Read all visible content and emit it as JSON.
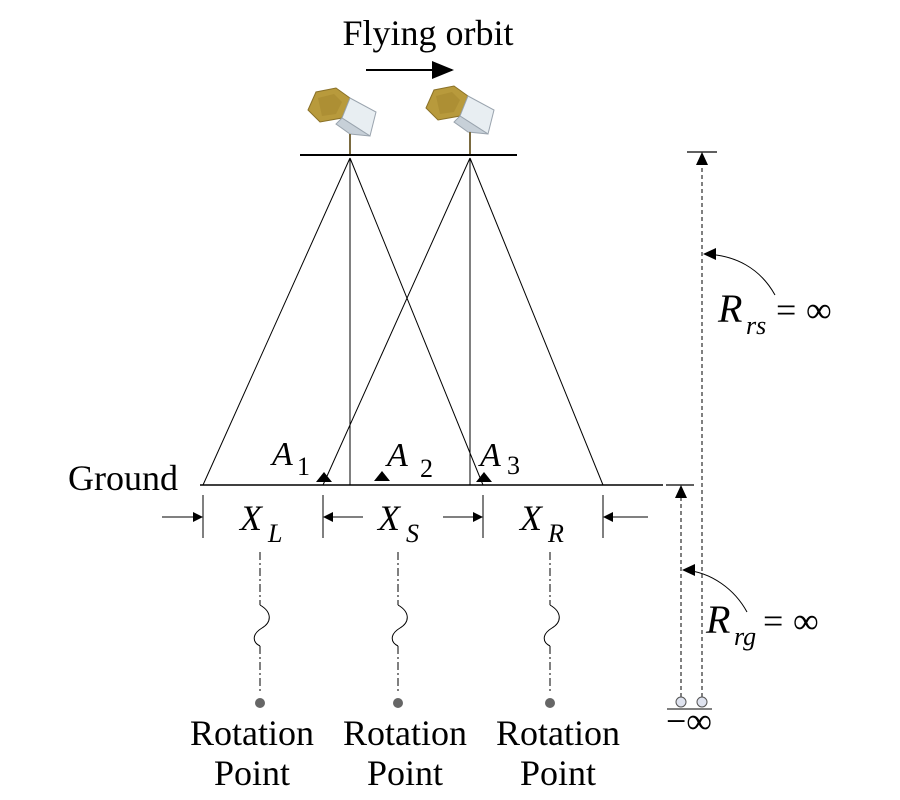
{
  "title": "Flying orbit",
  "labels": {
    "ground": "Ground",
    "points": [
      {
        "letter": "A",
        "sub": "1"
      },
      {
        "letter": "A",
        "sub": "2"
      },
      {
        "letter": "A",
        "sub": "3"
      }
    ],
    "segments": [
      {
        "letter": "X",
        "sub": "L"
      },
      {
        "letter": "X",
        "sub": "S"
      },
      {
        "letter": "X",
        "sub": "R"
      }
    ],
    "rotation_points": [
      {
        "line1": "Rotation",
        "line2": "Point"
      },
      {
        "line1": "Rotation",
        "line2": "Point"
      },
      {
        "line1": "Rotation",
        "line2": "Point"
      }
    ],
    "radius_satellite": {
      "letter": "R",
      "sub": "rs",
      "eq": "=",
      "value": "∞"
    },
    "radius_ground": {
      "letter": "R",
      "sub": "rg",
      "eq": "=",
      "value": "∞"
    },
    "minus_infinity": "−∞"
  },
  "icons": {
    "satellite": "satellite-icon",
    "rotation_point": "filled-dot",
    "origin": "hollow-circle"
  },
  "colors": {
    "line": "#000000",
    "satellite_body": "#b89a3c",
    "satellite_panel": "#e8eef2",
    "rotation_dot": "#666666",
    "origin_circle_fill": "#dfe3ef"
  }
}
